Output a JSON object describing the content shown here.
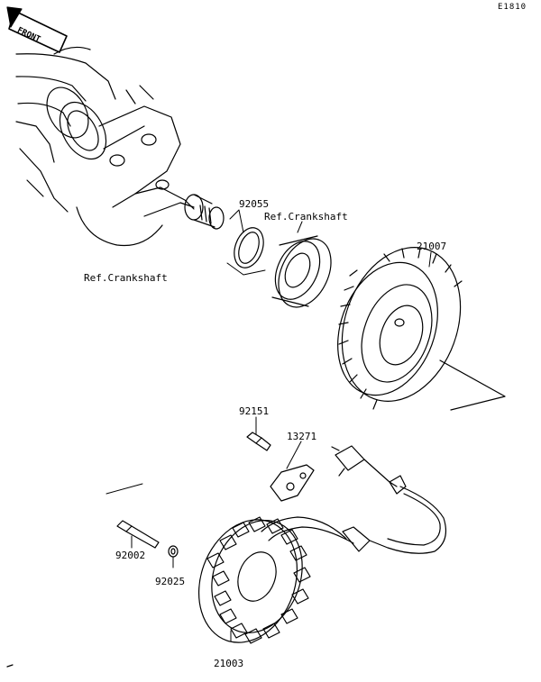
{
  "diagram_code": "E1810",
  "front_badge": "FRONT",
  "parts": [
    {
      "part_no": "92055"
    },
    {
      "part_no": "21007"
    },
    {
      "part_no": "92151"
    },
    {
      "part_no": "13271"
    },
    {
      "part_no": "92002"
    },
    {
      "part_no": "92025"
    },
    {
      "part_no": "21003"
    }
  ],
  "references": [
    {
      "text": "Ref.Crankshaft"
    },
    {
      "text": "Ref.Crankshaft"
    }
  ]
}
